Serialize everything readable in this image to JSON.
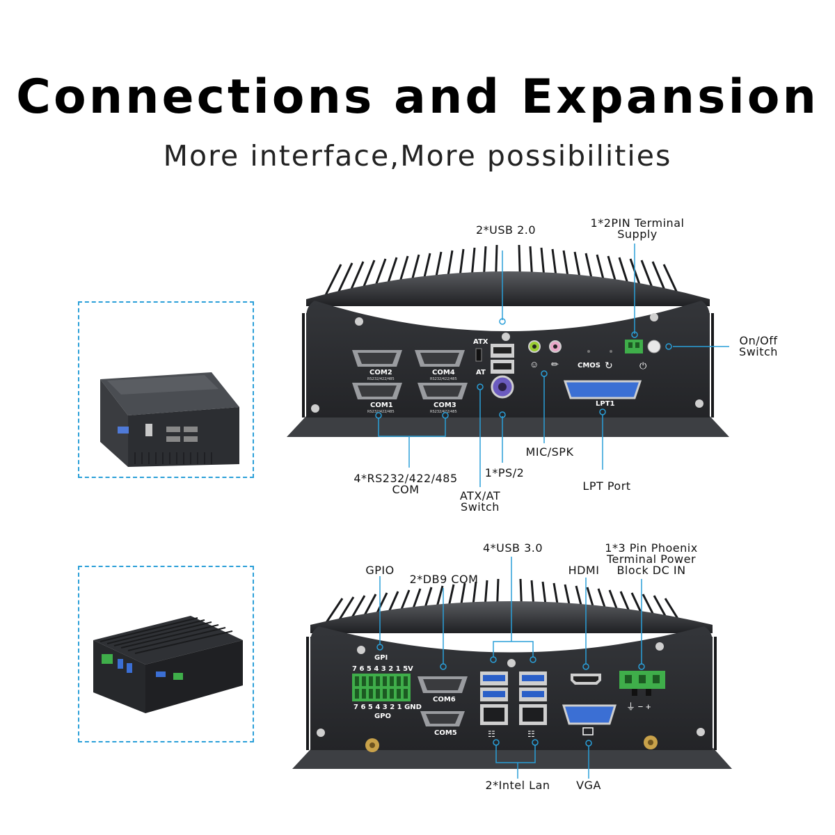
{
  "header": {
    "title": "Connections and Expansion",
    "subtitle": "More interface,More possibilities"
  },
  "front_panel": {
    "labels": {
      "usb20": "2*USB 2.0",
      "terminal_line1": "1*2PIN Terminal",
      "terminal_line2": "Supply",
      "onoff_line1": "On/Off",
      "onoff_line2": "Switch",
      "com_line1": "4*RS232/422/485",
      "com_line2": "COM",
      "atx_line1": "ATX/AT",
      "atx_line2": "Switch",
      "ps2": "1*PS/2",
      "micspk": "MIC/SPK",
      "lpt": "LPT Port"
    },
    "silkscreen": {
      "com2": "COM2",
      "com4": "COM4",
      "com1": "COM1",
      "com3": "COM3",
      "rs": "RS232/422/485",
      "atx": "ATX",
      "at": "AT",
      "cmos": "CMOS",
      "lpt1": "LPT1"
    }
  },
  "rear_panel": {
    "labels": {
      "gpio": "GPIO",
      "db9": "2*DB9 COM",
      "usb30": "4*USB 3.0",
      "hdmi": "HDMI",
      "phoenix_line1": "1*3 Pin Phoenix",
      "phoenix_line2": "Terminal Power",
      "phoenix_line3": "Block DC IN",
      "lan": "2*Intel Lan",
      "vga": "VGA"
    },
    "silkscreen": {
      "gpi": "GPI",
      "gpi_pins": "7 6 5 4 3 2 1 5V",
      "gpo_pins": "7 6 5 4 3 2 1 GND",
      "gpo": "GPO",
      "com6": "COM6",
      "com5": "COM5"
    }
  },
  "colors": {
    "accent": "#2a9fd8",
    "chassis": "#2b2d31",
    "chassis_dark": "#1a1b1e",
    "lpt_blue": "#3b6fd4"
  }
}
